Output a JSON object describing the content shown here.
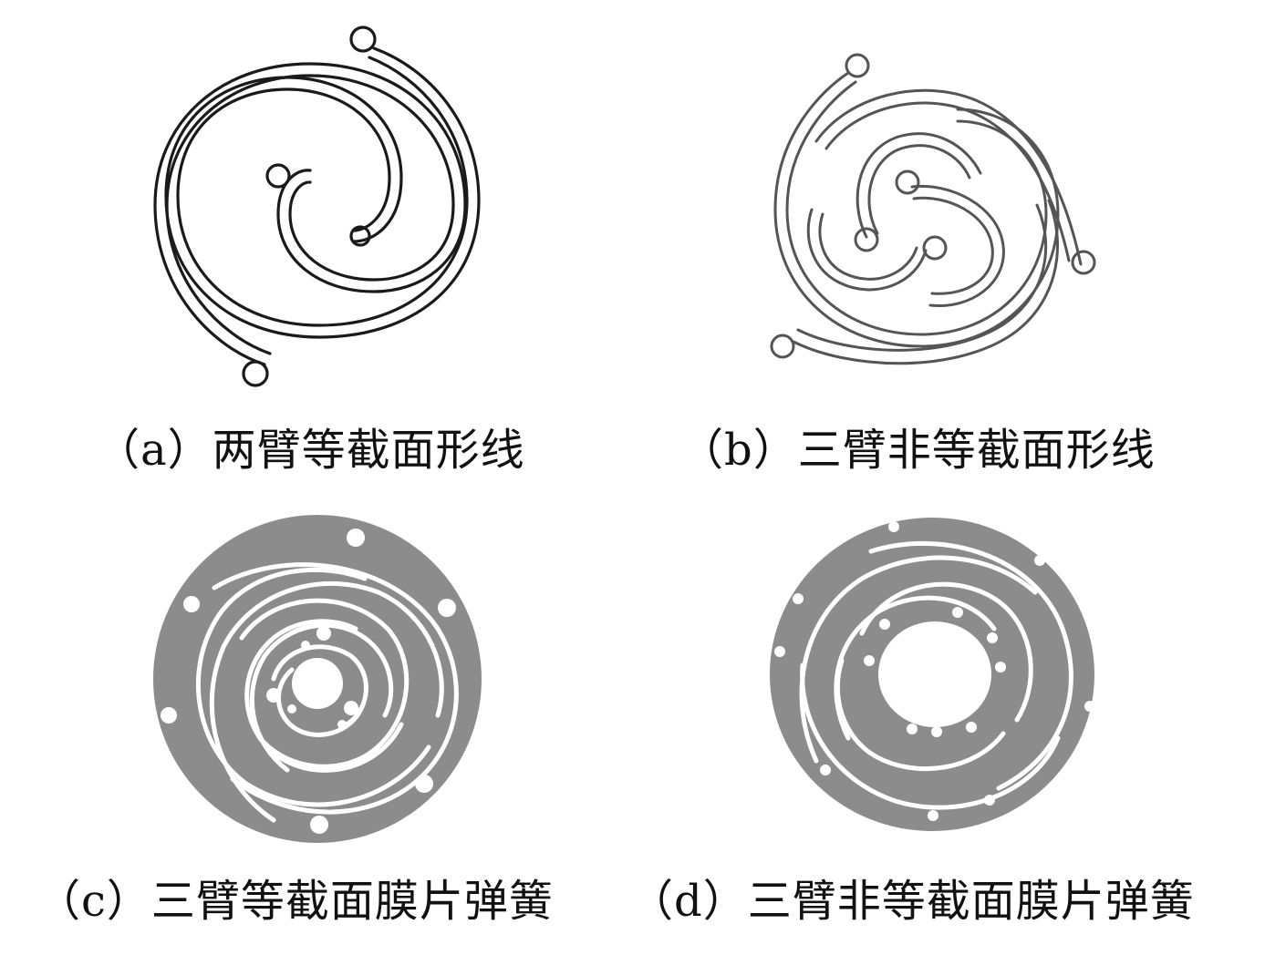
{
  "figure": {
    "panels": [
      {
        "id": "a",
        "caption": "（a）两臂等截面形线"
      },
      {
        "id": "b",
        "caption": "（b）三臂非等截面形线"
      },
      {
        "id": "c",
        "caption": "（c）三臂等截面膜片弹簧"
      },
      {
        "id": "d",
        "caption": "（d）三臂非等截面膜片弹簧"
      }
    ],
    "colors": {
      "outline_dark": "#1a1a1a",
      "outline_gray": "#555555",
      "disc_fill": "#8c8c8c",
      "background": "#ffffff"
    }
  }
}
